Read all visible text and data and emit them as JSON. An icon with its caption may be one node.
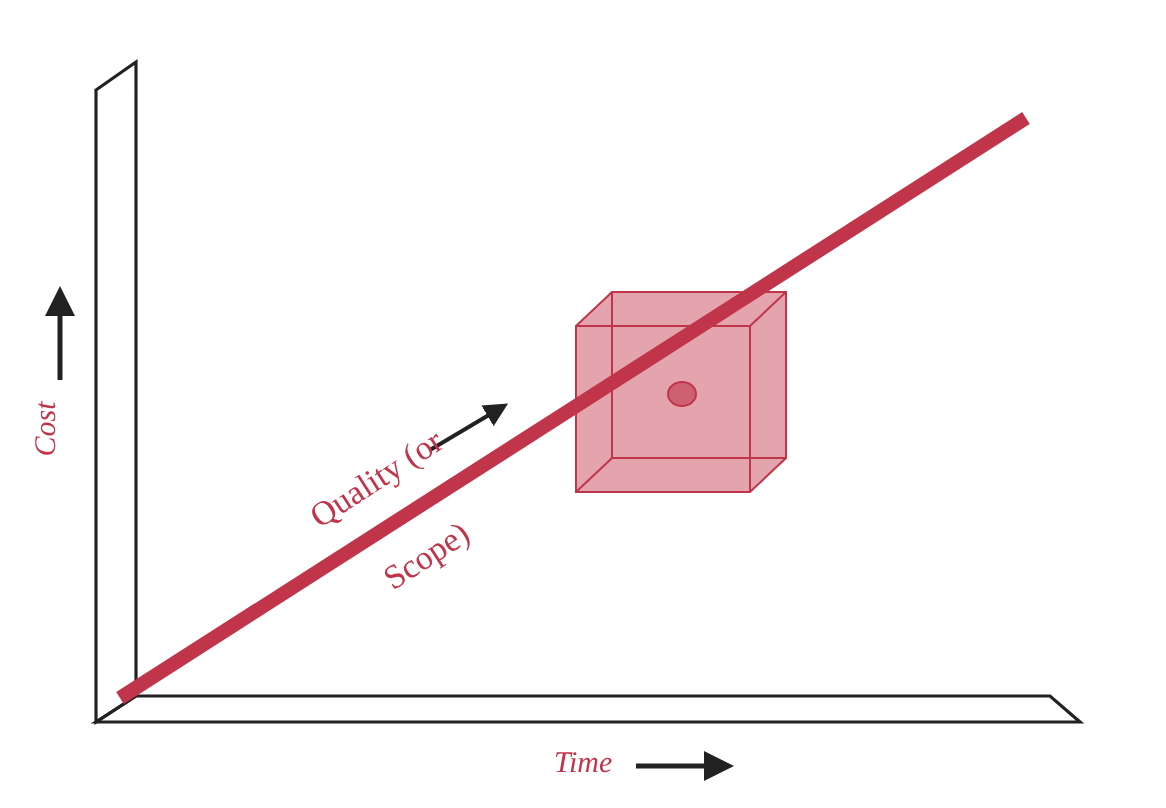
{
  "diagram": {
    "labels": [
      "Cost",
      "Time",
      "Quality (or Scope)"
    ]
  }
}
